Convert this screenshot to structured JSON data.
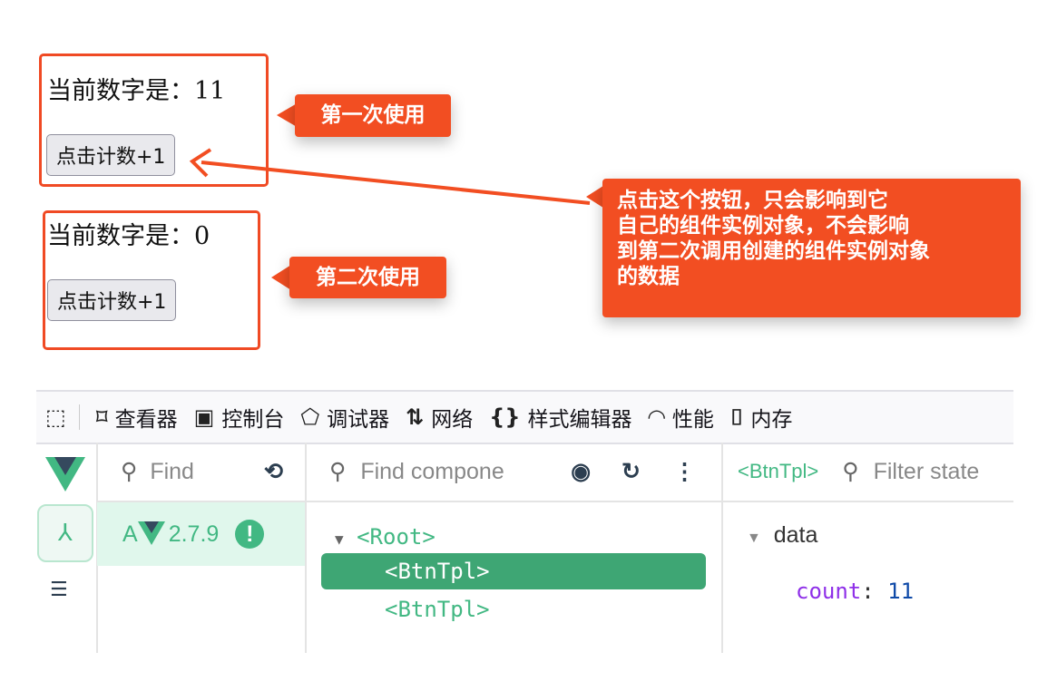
{
  "instance1": {
    "label": "当前数字是：11",
    "button": "点击计数+1"
  },
  "instance2": {
    "label": "当前数字是：0",
    "button": "点击计数+1"
  },
  "callouts": {
    "first": "第一次使用",
    "second": "第二次使用",
    "note_lines": [
      "点击这个按钮，只会影响到它",
      "自己的组件实例对象，不会影响",
      "到第二次调用创建的组件实例对象",
      "的数据"
    ]
  },
  "devtools": {
    "tabs": [
      "查看器",
      "控制台",
      "调试器",
      "网络",
      "样式编辑器",
      "性能",
      "内存"
    ],
    "apps": {
      "search_placeholder": "Find",
      "app_label": "A",
      "version": "2.7.9"
    },
    "tree": {
      "search_placeholder": "Find compone",
      "root": "<Root>",
      "children": [
        "<BtnTpl>",
        "<BtnTpl>"
      ]
    },
    "state": {
      "selected": "<BtnTpl>",
      "filter_placeholder": "Filter state",
      "section": "data",
      "key": "count",
      "value": "11"
    }
  },
  "colors": {
    "accent": "#f24e22",
    "vue_green": "#42b883",
    "selected_row": "#3ea674"
  }
}
